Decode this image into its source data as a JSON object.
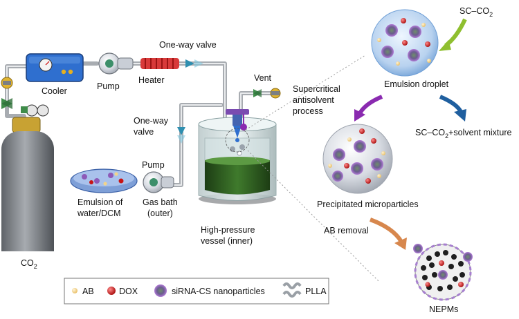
{
  "labels": {
    "cooler": "Cooler",
    "pump_top": "Pump",
    "heater": "Heater",
    "one_way_valve_top": "One-way valve",
    "vent": "Vent",
    "supercritical_line1": "Supercritical",
    "supercritical_line2": "antisolvent",
    "supercritical_line3": "process",
    "one_way_valve_left_line1": "One-way",
    "one_way_valve_left_line2": "valve",
    "pump_bottom": "Pump",
    "emulsion_line1": "Emulsion of",
    "emulsion_line2": "water/DCM",
    "gas_bath_line1": "Gas bath",
    "gas_bath_line2": "(outer)",
    "vessel_line1": "High-pressure",
    "vessel_line2": "vessel (inner)",
    "co2_main": "CO",
    "co2_sub": "2",
    "sc_co2_main": "SC–CO",
    "sc_co2_sub": "2",
    "emulsion_droplet": "Emulsion droplet",
    "sc_mix_main": "SC–CO",
    "sc_mix_sub": "2",
    "sc_mix_tail": "+solvent mixture",
    "precipitated": "Precipitated microparticles",
    "ab_removal": "AB removal",
    "nepms": "NEPMs"
  },
  "legend": {
    "ab": "AB",
    "dox": "DOX",
    "sirna": "siRNA-CS nanoparticles",
    "plla": "PLLA"
  },
  "colors": {
    "pipe": "#b9bcc1",
    "cooler": "#2f6fcf",
    "heater": "#d83a3a",
    "cylinder": "#7d8187",
    "liquid": "#2f5d22",
    "ab": "#f2d48a",
    "dox": "#c81414",
    "sirna": "#8d5ab8",
    "arrow_green": "#8fbf2f",
    "arrow_purple": "#8a2ab0",
    "arrow_blue": "#1f5f9f",
    "arrow_orange": "#d7874d"
  }
}
